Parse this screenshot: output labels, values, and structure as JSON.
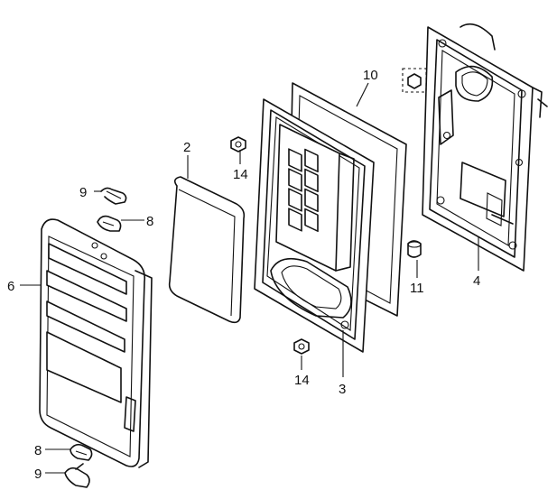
{
  "callouts": {
    "c2": "2",
    "c3": "3",
    "c4": "4",
    "c6": "6",
    "c8a": "8",
    "c8b": "8",
    "c9a": "9",
    "c9b": "9",
    "c10": "10",
    "c11": "11",
    "c14a": "14",
    "c14b": "14"
  }
}
